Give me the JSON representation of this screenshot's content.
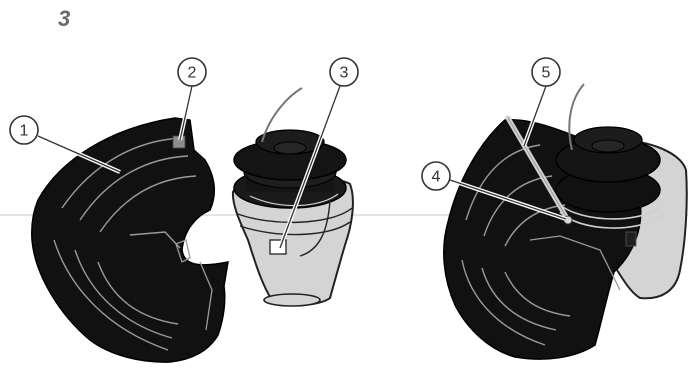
{
  "step_number": "3",
  "callouts": [
    {
      "id": "1",
      "label": "1"
    },
    {
      "id": "2",
      "label": "2"
    },
    {
      "id": "3",
      "label": "3"
    },
    {
      "id": "4",
      "label": "4"
    },
    {
      "id": "5",
      "label": "5"
    }
  ],
  "colors": {
    "housing": "#111111",
    "housing_detail": "#9a9a9a",
    "spool_body": "#d4d4d4",
    "spool_outline": "#222222",
    "divider": "#e3e3e3",
    "callout_ink": "#333333",
    "step_label": "#6b6b6b"
  }
}
